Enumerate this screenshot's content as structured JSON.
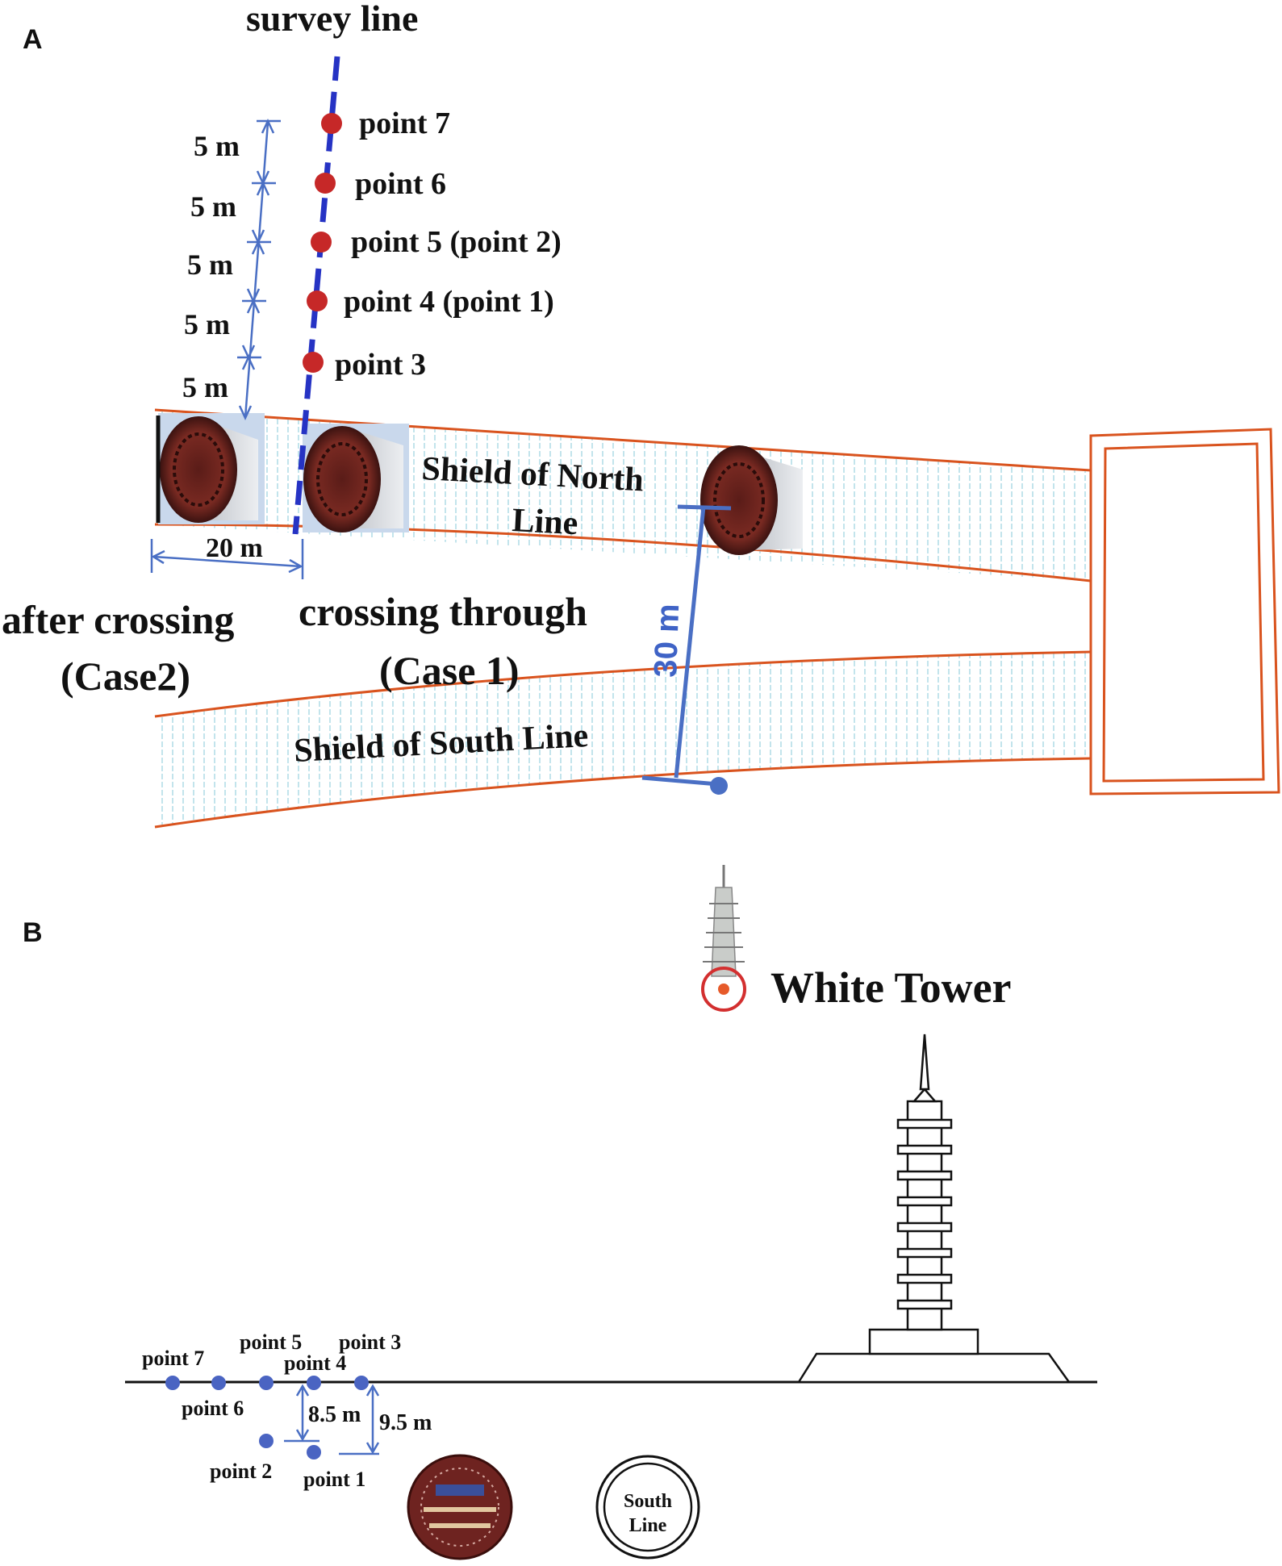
{
  "panel_a": {
    "label": "A",
    "survey_line_label": "survey line",
    "points": [
      "point 7",
      "point 6",
      "point 5 (point 2)",
      "point 4 (point 1)",
      "point 3"
    ],
    "spacing_labels": [
      "5 m",
      "5 m",
      "5 m",
      "5 m",
      "5 m"
    ],
    "north_line_label_1": "Shield of North",
    "north_line_label_2": "Line",
    "south_line_label": "Shield of South Line",
    "distance_20": "20 m",
    "distance_30": "30 m",
    "after_crossing_1": "after crossing",
    "after_crossing_2": "(Case2)",
    "crossing_through_1": "crossing through",
    "crossing_through_2": "(Case 1)"
  },
  "panel_b": {
    "label": "B",
    "white_tower": "White Tower",
    "points": {
      "p7": "point 7",
      "p6": "point 6",
      "p5": "point 5",
      "p4": "point 4",
      "p3": "point 3",
      "p2": "point 2",
      "p1": "point 1"
    },
    "depth_85": "8.5 m",
    "depth_95": "9.5 m",
    "south_line_1": "South",
    "south_line_2": "Line"
  },
  "colors": {
    "tunnel_outline": "#d9531e",
    "tunnel_hatch": "#9fd3e0",
    "survey_line": "#2633c4",
    "point_red": "#c62828",
    "point_blue": "#4a64c2",
    "dimension_blue": "#4a6fc4"
  }
}
